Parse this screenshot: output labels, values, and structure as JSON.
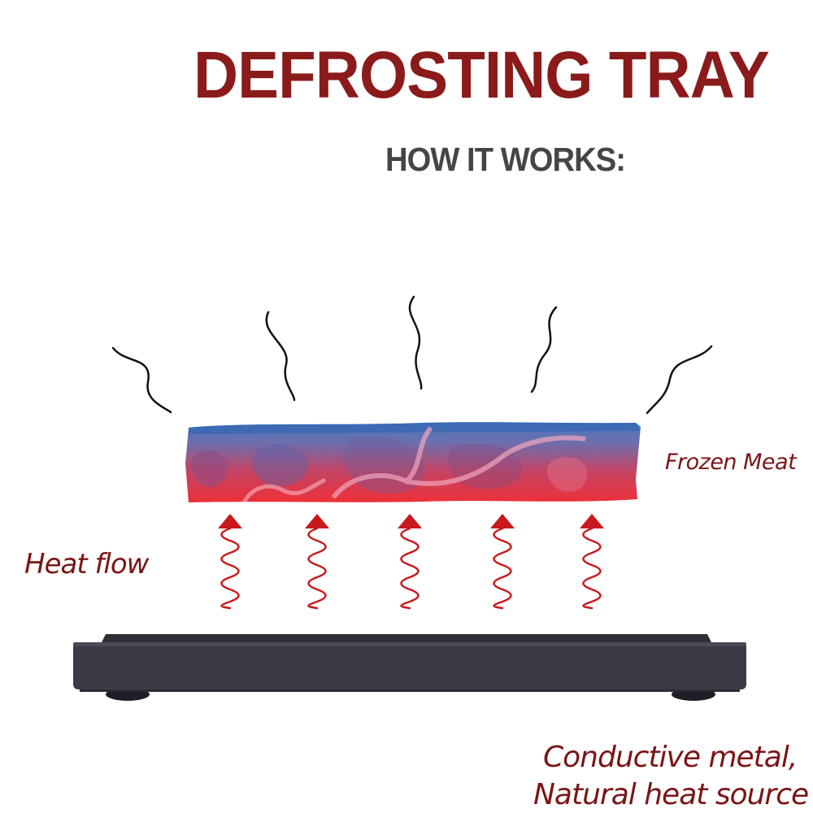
{
  "title": "DEFROSTING TRAY",
  "subtitle": "HOW IT WORKS:",
  "labels": {
    "frozen_meat": "Frozen Meat",
    "heat_flow": "Heat flow",
    "tray_line1": "Conductive metal,",
    "tray_line2": "Natural heat source"
  },
  "colors": {
    "title": "#8b1a1a",
    "subtitle": "#454545",
    "label": "#7a1515",
    "arrow": "#c8191c",
    "wave": "#111111",
    "tray": "#3a3b45",
    "meat_top": "#3f6cb3",
    "meat_bottom": "#e52a35"
  },
  "icons": {
    "steam": "steam-wave-icon",
    "heat": "heat-arrow-icon",
    "tray": "tray-icon",
    "meat": "frozen-meat-icon"
  }
}
